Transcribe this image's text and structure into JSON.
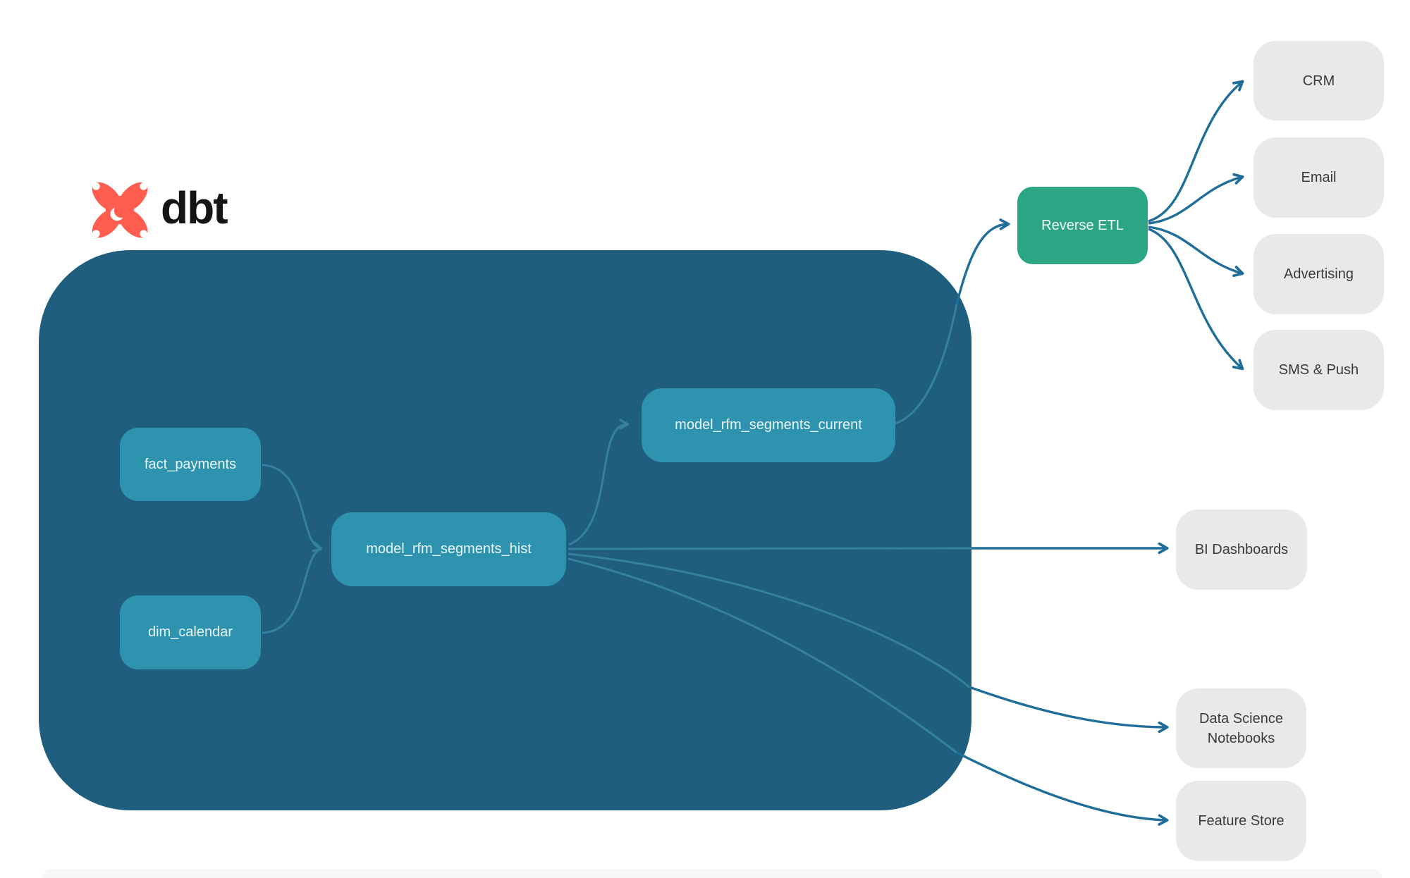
{
  "logo": {
    "text": "dbt",
    "icon": "dbt-star-icon",
    "icon_color": "#FF5D4F"
  },
  "colors": {
    "warehouse_container": "#1F5E7E",
    "model_node": "#2E93AE",
    "reverse_etl_node": "#2BA583",
    "destination_node": "#E9E9E9",
    "edge_outside": "#1F6E99",
    "edge_inside": "#3581A0",
    "node_text_light": "#EAF6FA",
    "node_text_dark": "#3B3B3B"
  },
  "nodes": {
    "fact_payments": {
      "label": "fact_payments",
      "type": "source-table"
    },
    "dim_calendar": {
      "label": "dim_calendar",
      "type": "source-table"
    },
    "model_rfm_segments_hist": {
      "label": "model_rfm_segments_hist",
      "type": "dbt-model"
    },
    "model_rfm_segments_current": {
      "label": "model_rfm_segments_current",
      "type": "dbt-model"
    },
    "reverse_etl": {
      "label": "Reverse ETL",
      "type": "process"
    },
    "crm": {
      "label": "CRM",
      "type": "destination"
    },
    "email": {
      "label": "Email",
      "type": "destination"
    },
    "advertising": {
      "label": "Advertising",
      "type": "destination"
    },
    "sms_push": {
      "label": "SMS & Push",
      "type": "destination"
    },
    "bi_dashboards": {
      "label": "BI Dashboards",
      "type": "destination"
    },
    "ds_notebooks": {
      "label": "Data Science Notebooks",
      "type": "destination"
    },
    "feature_store": {
      "label": "Feature Store",
      "type": "destination"
    }
  },
  "edges": [
    {
      "from": "fact_payments",
      "to": "model_rfm_segments_hist"
    },
    {
      "from": "dim_calendar",
      "to": "model_rfm_segments_hist"
    },
    {
      "from": "model_rfm_segments_hist",
      "to": "model_rfm_segments_current"
    },
    {
      "from": "model_rfm_segments_current",
      "to": "reverse_etl"
    },
    {
      "from": "reverse_etl",
      "to": "crm"
    },
    {
      "from": "reverse_etl",
      "to": "email"
    },
    {
      "from": "reverse_etl",
      "to": "advertising"
    },
    {
      "from": "reverse_etl",
      "to": "sms_push"
    },
    {
      "from": "model_rfm_segments_hist",
      "to": "bi_dashboards"
    },
    {
      "from": "model_rfm_segments_hist",
      "to": "ds_notebooks"
    },
    {
      "from": "model_rfm_segments_hist",
      "to": "feature_store"
    }
  ]
}
